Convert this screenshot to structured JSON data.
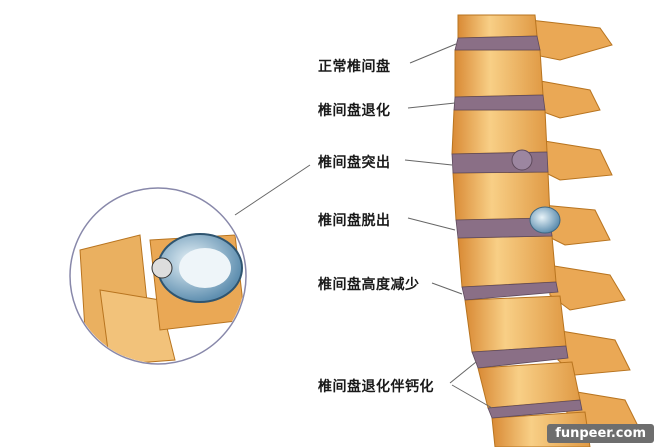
{
  "labels": {
    "normal": "正常椎间盘",
    "degeneration": "椎间盘退化",
    "protrusion": "椎间盘突出",
    "extrusion": "椎间盘脱出",
    "height_loss": "椎间盘高度减少",
    "calcification": "椎间盘退化伴钙化"
  },
  "watermark": "funpeer.com",
  "colors": {
    "bone": "#f0b25a",
    "bone_dark": "#c9802e",
    "disc": "#8a6f86",
    "nucleus": "#9cc3d6"
  }
}
